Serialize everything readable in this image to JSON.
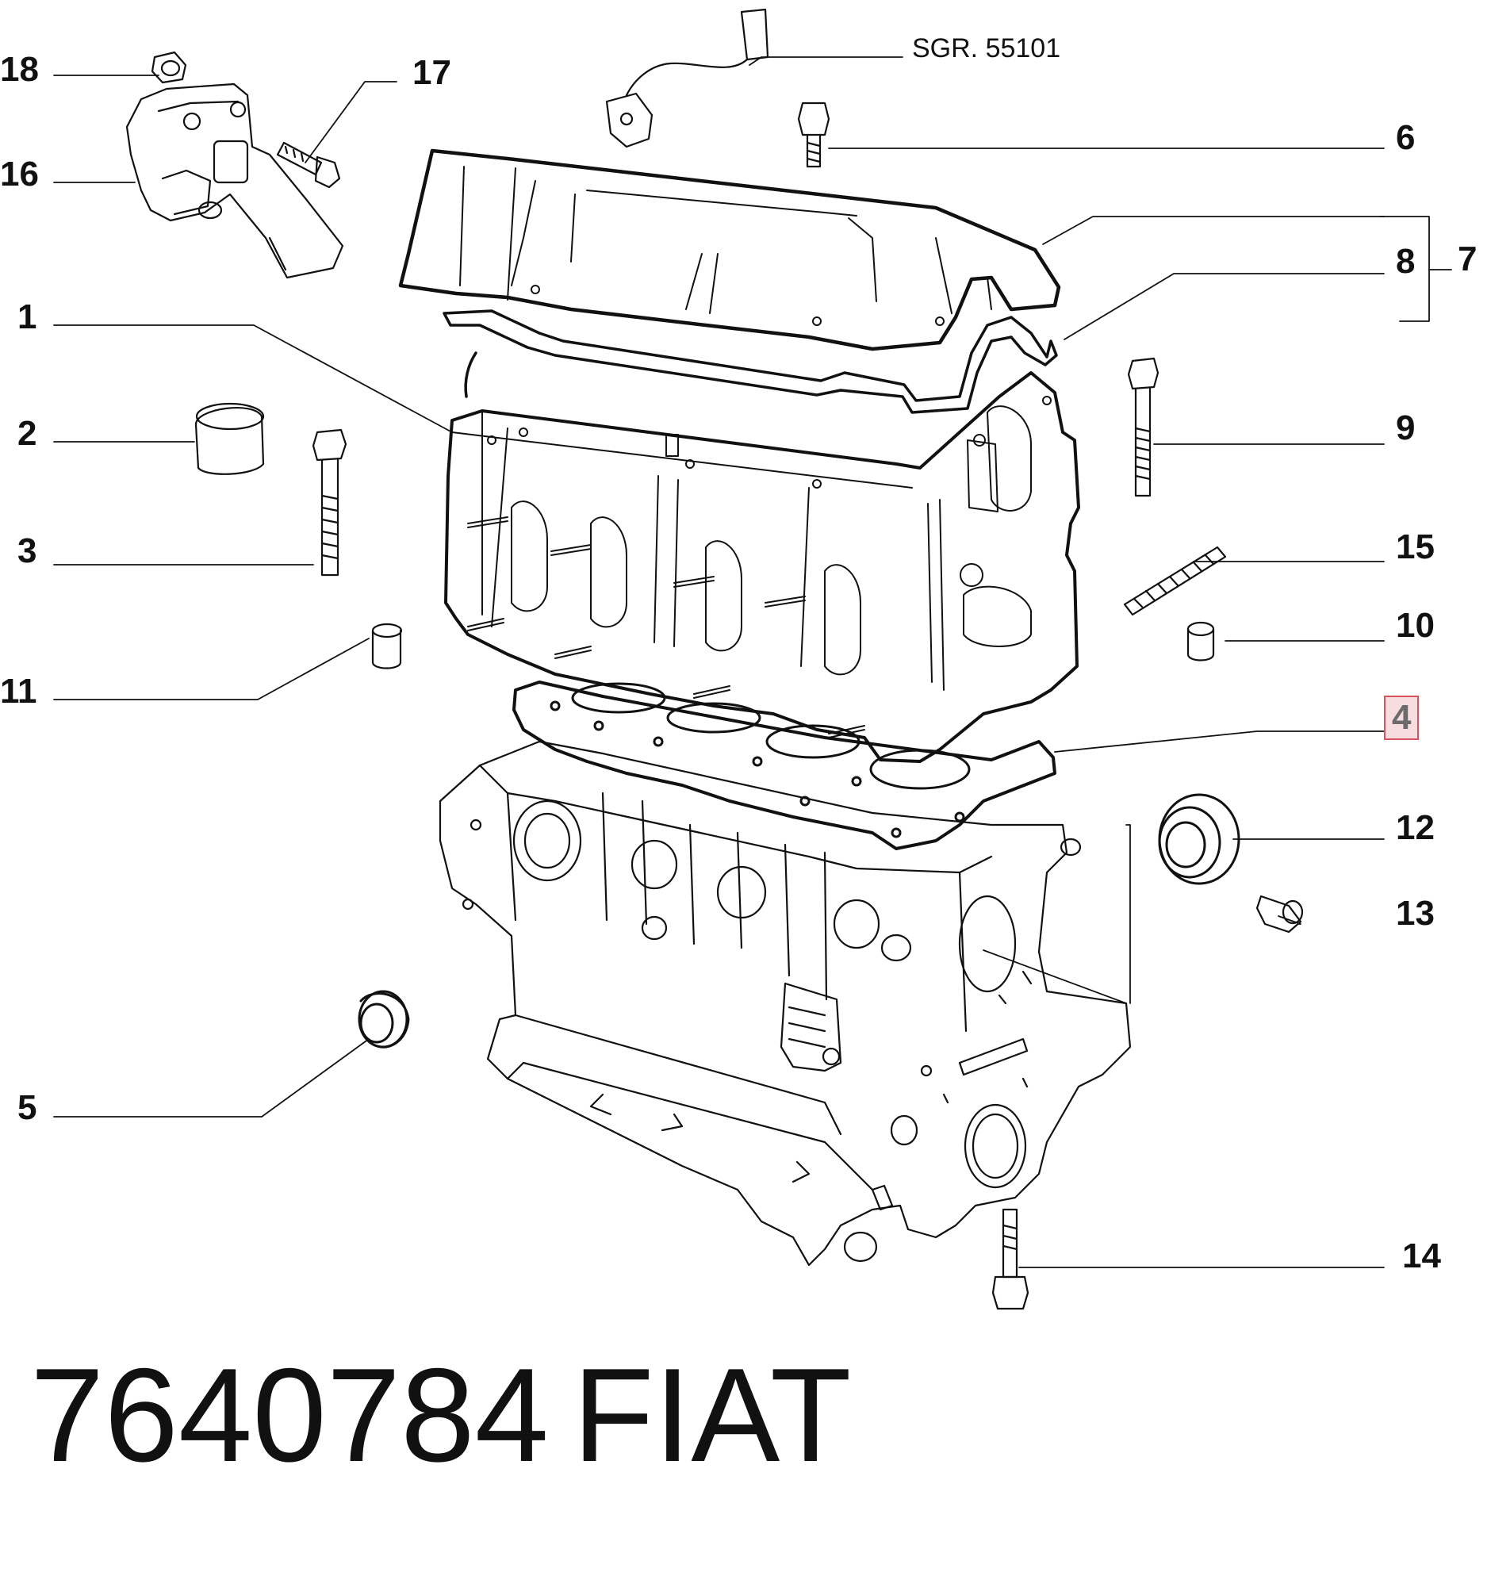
{
  "callouts": {
    "c1": "1",
    "c2": "2",
    "c3": "3",
    "c4": "4",
    "c5": "5",
    "c6": "6",
    "c7": "7",
    "c8": "8",
    "c9": "9",
    "c10": "10",
    "c11": "11",
    "c12": "12",
    "c13": "13",
    "c14": "14",
    "c15": "15",
    "c16": "16",
    "c17": "17",
    "c18": "18"
  },
  "sensor_label": "SGR. 55101",
  "highlighted_callout": "4",
  "highlight_colors": {
    "border": "#d9535f",
    "fill": "#f7dde0"
  },
  "footer": {
    "part_number": "7640784",
    "brand": "FIAT"
  }
}
